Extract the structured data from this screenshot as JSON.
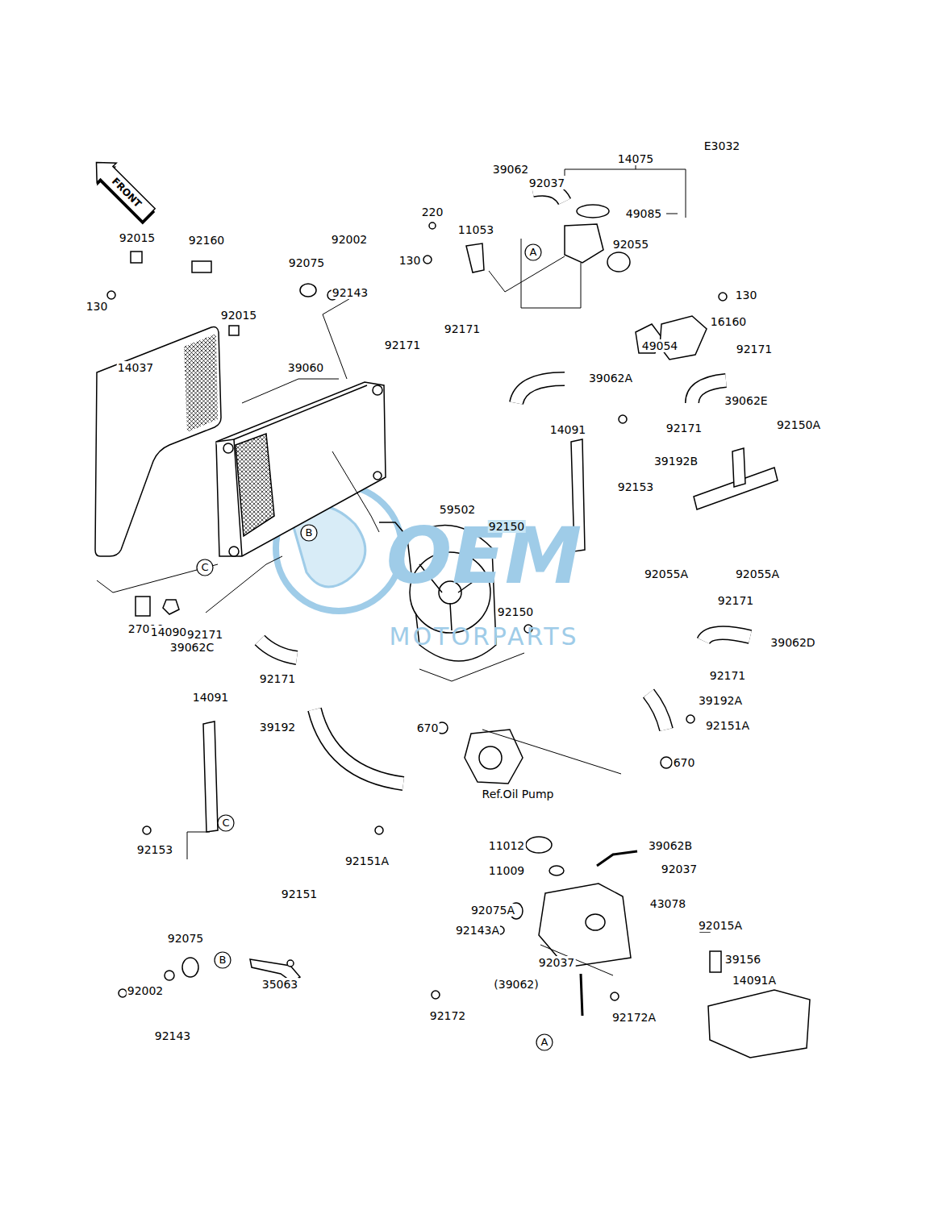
{
  "diagram": {
    "nodes": [
      {
        "text": [
          "FRONT"
        ]
      },
      {
        "text": [
          "A"
        ]
      },
      {
        "text": [
          "B"
        ]
      },
      {
        "text": [
          "C"
        ]
      },
      {
        "text": [
          "C"
        ]
      },
      {
        "text": [
          "B"
        ]
      },
      {
        "text": [
          "A"
        ]
      }
    ],
    "labels": [
      "E3032",
      "39062",
      "92037",
      "14075",
      "49085",
      "220",
      "11053",
      "92055",
      "92015",
      "92160",
      "92002",
      "130",
      "92075",
      "130",
      "130",
      "92143",
      "92015",
      "16160",
      "92171",
      "92171",
      "49054",
      "92171",
      "14037",
      "39060",
      "39062A",
      "39062E",
      "14091",
      "92171",
      "92150A",
      "92153",
      "39192B",
      "59502",
      "92150",
      "92150",
      "92055A",
      "92055A",
      "92171",
      "92171",
      "27010",
      "14090",
      "39062C",
      "39062D",
      "92171",
      "92171",
      "14091",
      "39192",
      "670",
      "39192A",
      "92151A",
      "670",
      "Ref.Oil Pump",
      "92153",
      "92151A",
      "11012",
      "39062B",
      "11009",
      "92037",
      "43078",
      "92151",
      "92075A",
      "92015A",
      "92143A",
      "39156",
      "14091A",
      "92075",
      "92037",
      "(39062)",
      "92172",
      "92172A",
      "35063",
      "92002",
      "92143",
      "OEM",
      "MOTORPARTS"
    ]
  }
}
